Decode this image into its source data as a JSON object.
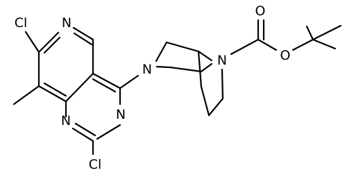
{
  "atoms": {
    "cl_top": "Cl",
    "cl_bottom": "Cl",
    "n_pyridine": "N",
    "n_pyrimidine_left": "N",
    "n_pyrimidine_right": "N",
    "n_amine": "N",
    "n_bridge": "N",
    "o_carbonyl": "O",
    "o_ester": "O"
  }
}
